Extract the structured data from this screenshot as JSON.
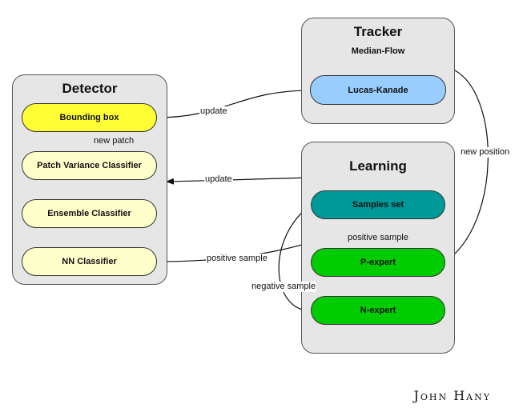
{
  "tracker": {
    "title": "Tracker",
    "subtitle": "Median-Flow",
    "node": "Lucas-Kanade"
  },
  "detector": {
    "title": "Detector",
    "nodes": [
      "Bounding box",
      "Patch Variance Classifier",
      "Ensemble Classifier",
      "NN Classifier"
    ]
  },
  "learning": {
    "title": "Learning",
    "nodes": [
      "Samples set",
      "P-expert",
      "N-expert"
    ]
  },
  "edge_labels": {
    "update_bbox": "update",
    "new_patch": "new patch",
    "update_detector": "update",
    "new_position": "new position",
    "positive_sample_p": "positive sample",
    "positive_sample_nn": "positive sample",
    "negative_sample": "negative sample"
  },
  "footer": "John Hany",
  "colors": {
    "tracker_node": "#99ccff",
    "bbox": "#ffff33",
    "classifier": "#ffffcc",
    "samples": "#009999",
    "expert": "#00cc00",
    "group_bg": "#e6e6e6"
  }
}
